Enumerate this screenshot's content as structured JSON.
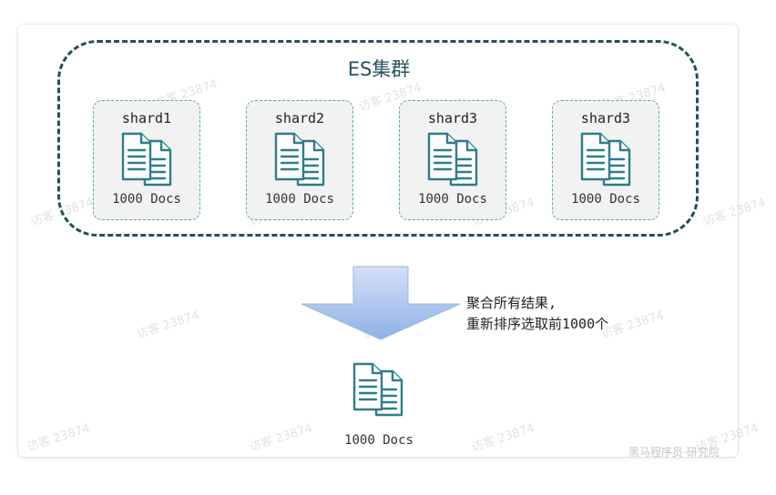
{
  "cluster": {
    "title": "ES集群"
  },
  "shards": [
    {
      "name": "shard1",
      "docs": "1000 Docs"
    },
    {
      "name": "shard2",
      "docs": "1000 Docs"
    },
    {
      "name": "shard3",
      "docs": "1000 Docs"
    },
    {
      "name": "shard3",
      "docs": "1000 Docs"
    }
  ],
  "aggregation": {
    "line1": "聚合所有结果,",
    "line2": "重新排序选取前1000个"
  },
  "result": {
    "docs": "1000 Docs"
  },
  "watermark": {
    "text": "访客 23874",
    "credit": "黑马程序员·研究院"
  },
  "colors": {
    "cluster_border": "#23505e",
    "shard_border": "#5aa7b5",
    "icon_stroke": "#2e7d8c",
    "arrow_top": "#c9d8f3",
    "arrow_bottom": "#8fb1e8"
  }
}
